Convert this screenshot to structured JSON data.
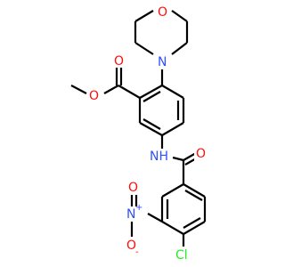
{
  "atoms": {
    "morpholine_o": {
      "symbol": "O",
      "color": "#ff0d0d"
    },
    "morpholine_n": {
      "symbol": "N",
      "color": "#3050f8"
    },
    "ester_carbonyl_o": {
      "symbol": "O",
      "color": "#ff0d0d"
    },
    "ester_ether_o": {
      "symbol": "O",
      "color": "#ff0d0d"
    },
    "amide_nh": {
      "symbol": "NH",
      "color": "#3050f8"
    },
    "amide_o": {
      "symbol": "O",
      "color": "#ff0d0d"
    },
    "nitro_n": {
      "symbol": "N",
      "charge": "+",
      "color": "#3050f8"
    },
    "nitro_o": {
      "symbol": "O",
      "charge": "-",
      "color": "#ff0d0d"
    },
    "nitro_o2": {
      "symbol": "O",
      "color": "#ff0d0d"
    },
    "chlorine": {
      "symbol": "Cl",
      "color": "#1ff01f"
    }
  }
}
